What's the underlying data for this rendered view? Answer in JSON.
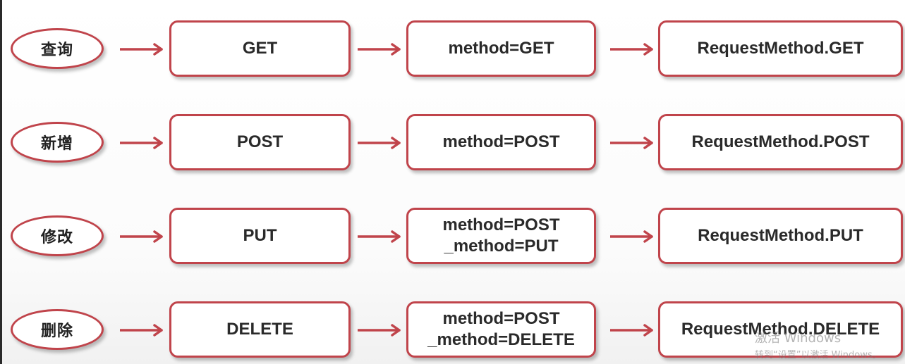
{
  "colors": {
    "border": "#c0444b",
    "arrow": "#c0444b",
    "text": "#2a2a2a"
  },
  "rows": [
    {
      "operation": "查询",
      "http_method": "GET",
      "param_lines": [
        "method=GET"
      ],
      "request_method": "RequestMethod.GET"
    },
    {
      "operation": "新增",
      "http_method": "POST",
      "param_lines": [
        "method=POST"
      ],
      "request_method": "RequestMethod.POST"
    },
    {
      "operation": "修改",
      "http_method": "PUT",
      "param_lines": [
        "method=POST",
        "_method=PUT"
      ],
      "request_method": "RequestMethod.PUT"
    },
    {
      "operation": "删除",
      "http_method": "DELETE",
      "param_lines": [
        "method=POST",
        "_method=DELETE"
      ],
      "request_method": "RequestMethod.DELETE"
    }
  ],
  "watermark": {
    "title": "激活 Windows",
    "subtitle": "转到“设置”以激活 Windows。"
  }
}
